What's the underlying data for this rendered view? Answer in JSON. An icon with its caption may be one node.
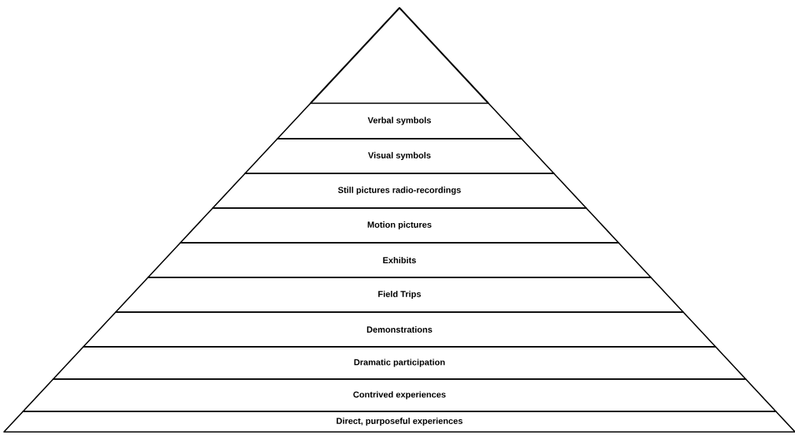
{
  "diagram": {
    "nodes": [
      {
        "text": [
          "Verbal symbols"
        ]
      },
      {
        "text": [
          "Visual symbols"
        ]
      },
      {
        "text": [
          "Still pictures radio-recordings"
        ]
      },
      {
        "text": [
          "Motion pictures"
        ]
      },
      {
        "text": [
          "Exhibits"
        ]
      },
      {
        "text": [
          "Field Trips"
        ]
      },
      {
        "text": [
          "Demonstrations"
        ]
      },
      {
        "text": [
          "Dramatic participation"
        ]
      },
      {
        "text": [
          "Contrived experiences"
        ]
      },
      {
        "text": [
          "Direct, purposeful experiences"
        ]
      }
    ]
  }
}
